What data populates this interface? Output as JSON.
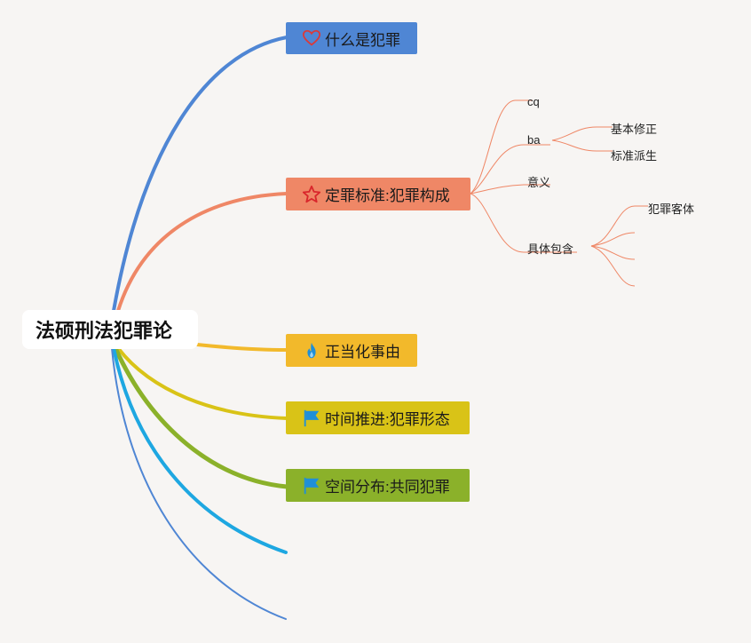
{
  "root": {
    "label": "法硕刑法犯罪论"
  },
  "branches": [
    {
      "label": "什么是犯罪",
      "icon": "heart-icon",
      "color": "#4f86d4"
    },
    {
      "label": "定罪标准:犯罪构成",
      "icon": "star-icon",
      "color": "#ef8766"
    },
    {
      "label": "正当化事由",
      "icon": "fire-icon",
      "color": "#f2b92b"
    },
    {
      "label": "时间推进:犯罪形态",
      "icon": "flag-icon",
      "color": "#d9c317"
    },
    {
      "label": "空间分布:共同犯罪",
      "icon": "flag-icon",
      "color": "#8bb12a"
    }
  ],
  "subtopics": {
    "cq": "cq",
    "ba": "ba",
    "ba_children": [
      "基本修正",
      "标准派生"
    ],
    "yiyi": "意义",
    "jutibaohan": "具体包含",
    "jutibaohan_children": [
      "犯罪客体"
    ]
  },
  "colors": {
    "background": "#f7f5f3",
    "extra_branch_cyan": "#1ea7e1",
    "extra_branch_blue": "#4f86d4",
    "subtopic_line": "#ef8766",
    "flag_blue": "#1f8fd8"
  }
}
